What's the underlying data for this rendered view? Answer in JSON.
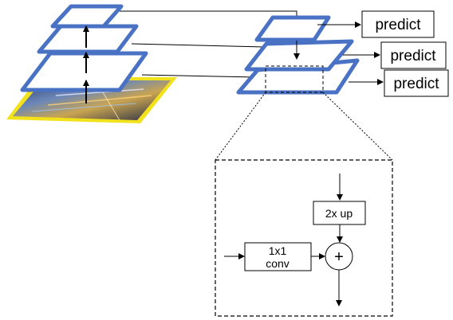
{
  "predict_boxes": [
    {
      "label": "predict"
    },
    {
      "label": "predict"
    },
    {
      "label": "predict"
    }
  ],
  "detail_block": {
    "upsample_label": "2x up",
    "conv_label_line1": "1x1",
    "conv_label_line2": "conv",
    "add_symbol": "+"
  },
  "colors": {
    "plane_stroke": "#4a72c4",
    "input_border": "#f2e21c",
    "arrow": "#000000",
    "dashed": "#000000"
  }
}
